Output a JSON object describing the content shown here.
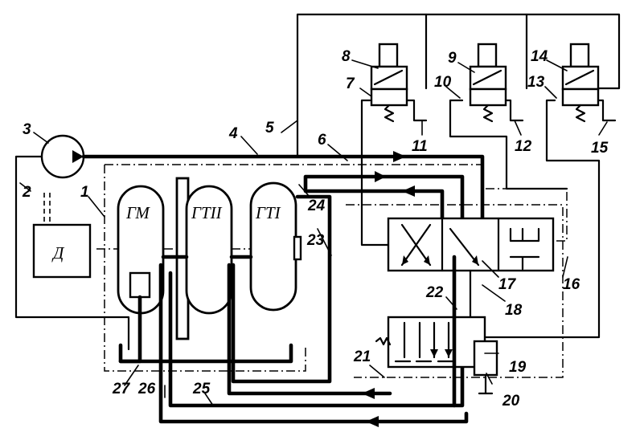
{
  "components": {
    "engine": "Д",
    "gm": "ГМ",
    "gt2": "ГТII",
    "gt1": "ГТI"
  },
  "callouts": [
    "1",
    "2",
    "3",
    "4",
    "5",
    "6",
    "7",
    "8",
    "9",
    "10",
    "11",
    "12",
    "13",
    "14",
    "15",
    "16",
    "17",
    "18",
    "19",
    "20",
    "21",
    "22",
    "23",
    "24",
    "25",
    "26",
    "27"
  ]
}
